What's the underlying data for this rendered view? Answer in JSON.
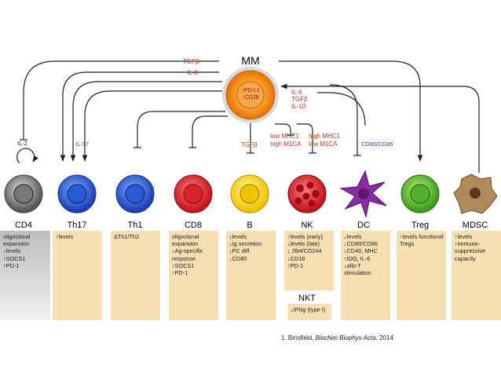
{
  "center": {
    "label": "MM",
    "inner_lines": [
      "↑PD-L1",
      "↑CD28"
    ]
  },
  "left_arrows": {
    "tgfb": "TGFβ",
    "il6": "IL-6",
    "il2": "IL-2",
    "il17": "IL-17"
  },
  "right_arrows": {
    "il6": "IL-6",
    "tgfb": "TGFβ",
    "il10": "IL-10",
    "cd80cd86": "CD80/CD86"
  },
  "mid_labels": {
    "tgfb": "TGFβ",
    "low_mhc1": "low MHC1",
    "high_m1ca": "high M1CA",
    "high_mhc1": "high MHC1",
    "low_m1ca": "low M1CA"
  },
  "cells": [
    {
      "name": "CD4",
      "items": [
        "oligoclonal expansion",
        "↓levels",
        "↑SOCS1",
        "↑PD-1"
      ]
    },
    {
      "name": "Th17",
      "items": [
        "↑levels"
      ]
    },
    {
      "name": "Th1",
      "items": [
        "ΔTh1/Th2"
      ]
    },
    {
      "name": "CD8",
      "items": [
        "oligoclonal expansion",
        "↓Ag-specific response",
        "↑SOCS1",
        "↑PD-1"
      ]
    },
    {
      "name": "B",
      "items": [
        "↓levels",
        "↓Ig secretion",
        "↓PC diff.",
        "↓CD80"
      ]
    },
    {
      "name": "NK",
      "items": [
        "↑levels (early)",
        "↓levels (late)",
        "↓ 2B4/CD244",
        "↓CD16",
        "↑PD-1"
      ]
    },
    {
      "name": "DC",
      "items": [
        "↓levels",
        "↓CD80/CD86",
        "↓CD40, MHC",
        "↑IDO, IL-6",
        "↓allo-T stimulation"
      ]
    },
    {
      "name": "Treg",
      "items": [
        "↑levels functional Tregs"
      ]
    },
    {
      "name": "MDSC",
      "items": [
        "↑levels",
        "↑immuno-suppressive capacity"
      ]
    }
  ],
  "nkt": {
    "name": "NKT",
    "item": "↓IFNg (type I)"
  },
  "citation": {
    "prefix": "1.   Binsfield, ",
    "journal": "Biochim Biophys Acta",
    "suffix": ", 2014"
  }
}
